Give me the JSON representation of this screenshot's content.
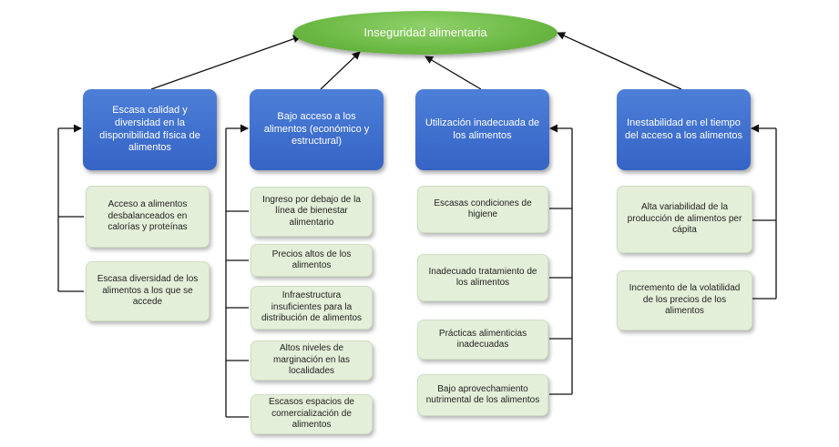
{
  "root": {
    "label": "Inseguridad alimentaria"
  },
  "categories": [
    {
      "label": "Escasa calidad y diversidad en la disponibilidad física de alimentos",
      "items": [
        "Acceso a alimentos desbalanceados en calorías y proteínas",
        "Escasa diversidad de los alimentos a los que se accede"
      ]
    },
    {
      "label": "Bajo acceso a los alimentos (económico y estructural)",
      "items": [
        "Ingreso por debajo de la línea de bienestar alimentario",
        "Precios altos de los alimentos",
        "Infraestructura insuficientes para la distribución de alimentos",
        "Altos niveles de marginación en las localidades",
        "Escasos espacios de comercialización de alimentos"
      ]
    },
    {
      "label": "Utilización inadecuada de los alimentos",
      "items": [
        "Escasas condiciones de higiene",
        "Inadecuado tratamiento de los alimentos",
        "Prácticas alimenticias inadecuadas",
        "Bajo aprovechamiento nutrimental de los alimentos"
      ]
    },
    {
      "label": "Inestabilidad en el tiempo del acceso a los alimentos",
      "items": [
        "Alta variabilidad de la producción de alimentos per cápita",
        "Incremento de la volatilidad de los precios de los alimentos"
      ]
    }
  ],
  "colors": {
    "root_fill": "#6bb944",
    "category_fill": "#3f6fcf",
    "leaf_fill": "#e4efd9",
    "connector": "#111111"
  }
}
